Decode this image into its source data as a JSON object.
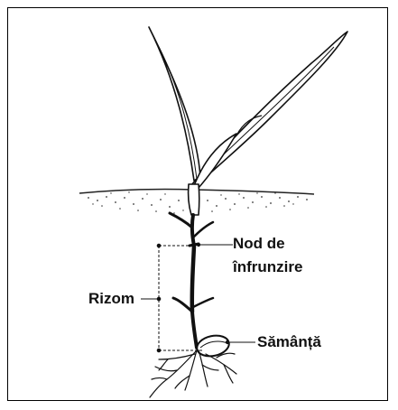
{
  "labels": {
    "node_line1": "Nod de",
    "node_line2": "înfrunzire",
    "rhizome": "Rizom",
    "seed": "Sămânță"
  }
}
